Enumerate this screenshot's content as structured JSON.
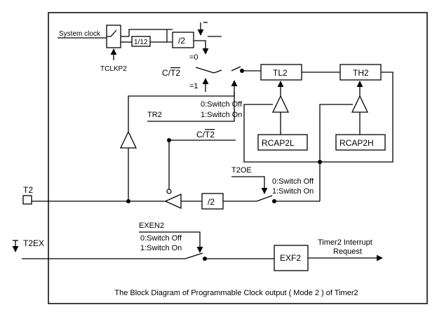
{
  "labels": {
    "system_clock": "System clock",
    "tclkp2": "TCLKP2",
    "div12": "1/12",
    "div2_top": "/2",
    "eq0": "=0",
    "eq1": "=1",
    "c_t2_prefix": "C/",
    "t2_over": "T2",
    "tl2": "TL2",
    "th2": "TH2",
    "switch_off_1": "0:Switch Off",
    "switch_on_1": "1:Switch On",
    "tr2": "TR2",
    "rcap2l": "RCAP2L",
    "rcap2h": "RCAP2H",
    "t2oe": "T2OE",
    "switch_off_2": "0:Switch Off",
    "switch_on_2": "1:Switch On",
    "t2_pin": "T2",
    "div2_bottom": "/2",
    "exen2": "EXEN2",
    "switch_off_3": "0:Switch Off",
    "switch_on_3": "1:Switch On",
    "t2ex": "T2EX",
    "exf2": "EXF2",
    "interrupt_line1": "Timer2 Interrupt",
    "interrupt_line2": "Request",
    "caption": "The Block Diagram of  Programmable Clock output ( Mode 2 )  of Timer2"
  }
}
